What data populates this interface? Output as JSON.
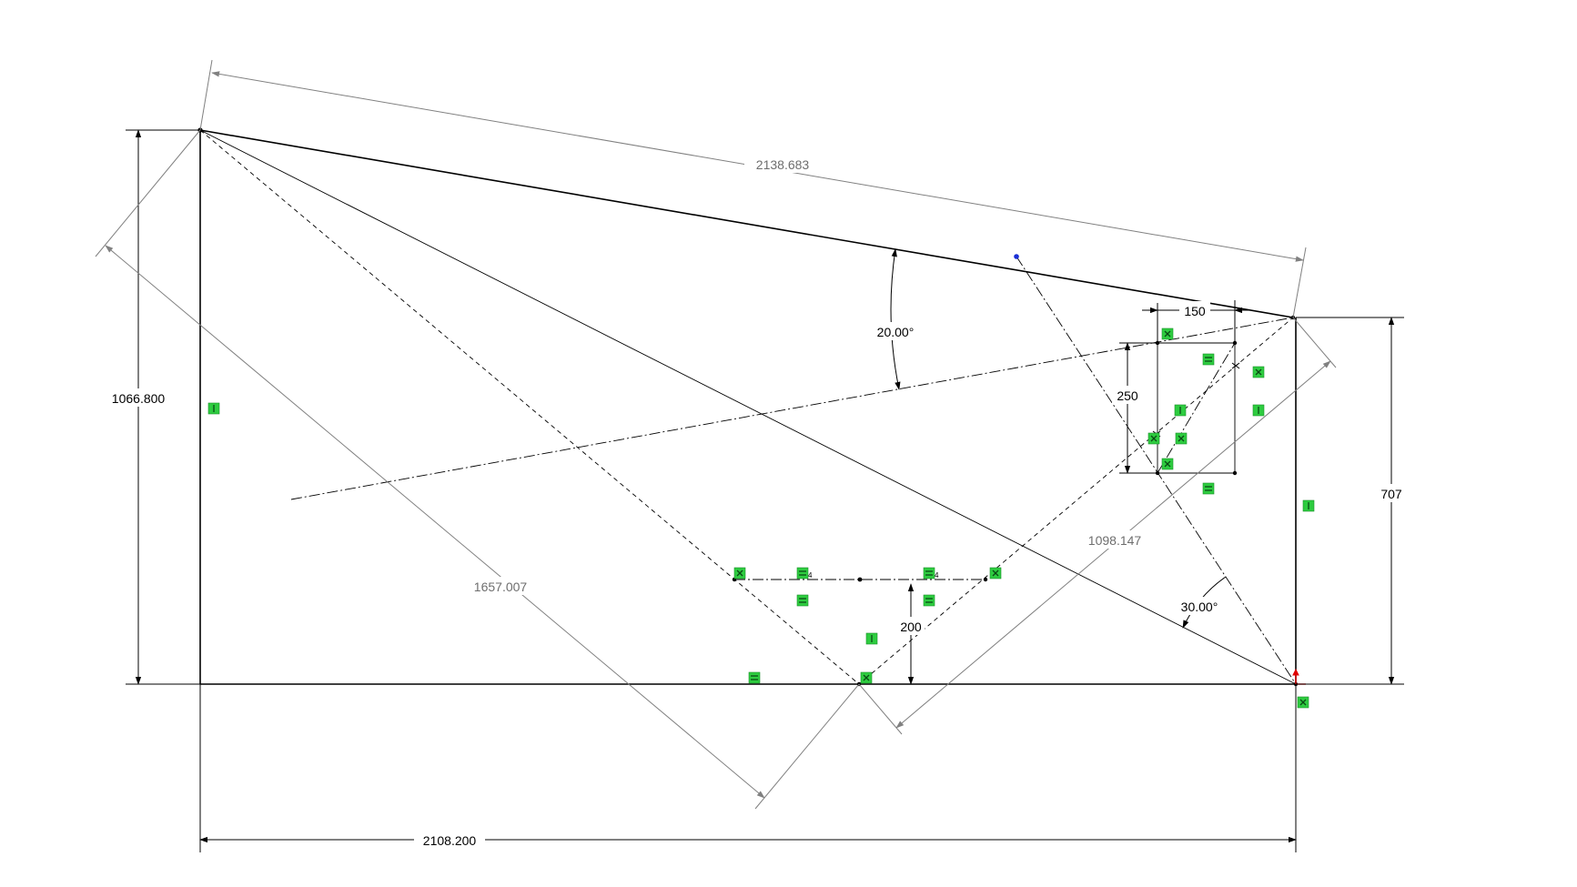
{
  "dimensions": {
    "top_edge_length": "2138.683",
    "left_height": "1066.800",
    "right_height": "707",
    "bottom_width": "2108.200",
    "diagonal_left": "1657.007",
    "diagonal_right": "1098.147",
    "top_angle": "20.00°",
    "bottom_angle": "30.00°",
    "slot_depth": "200",
    "rect_width": "150",
    "rect_height": "250"
  },
  "relations": {
    "equal_index": "4"
  },
  "colors": {
    "relation_fill": "#2ecc40",
    "origin": "#e00000",
    "point_marker": "#1a2fd6"
  }
}
